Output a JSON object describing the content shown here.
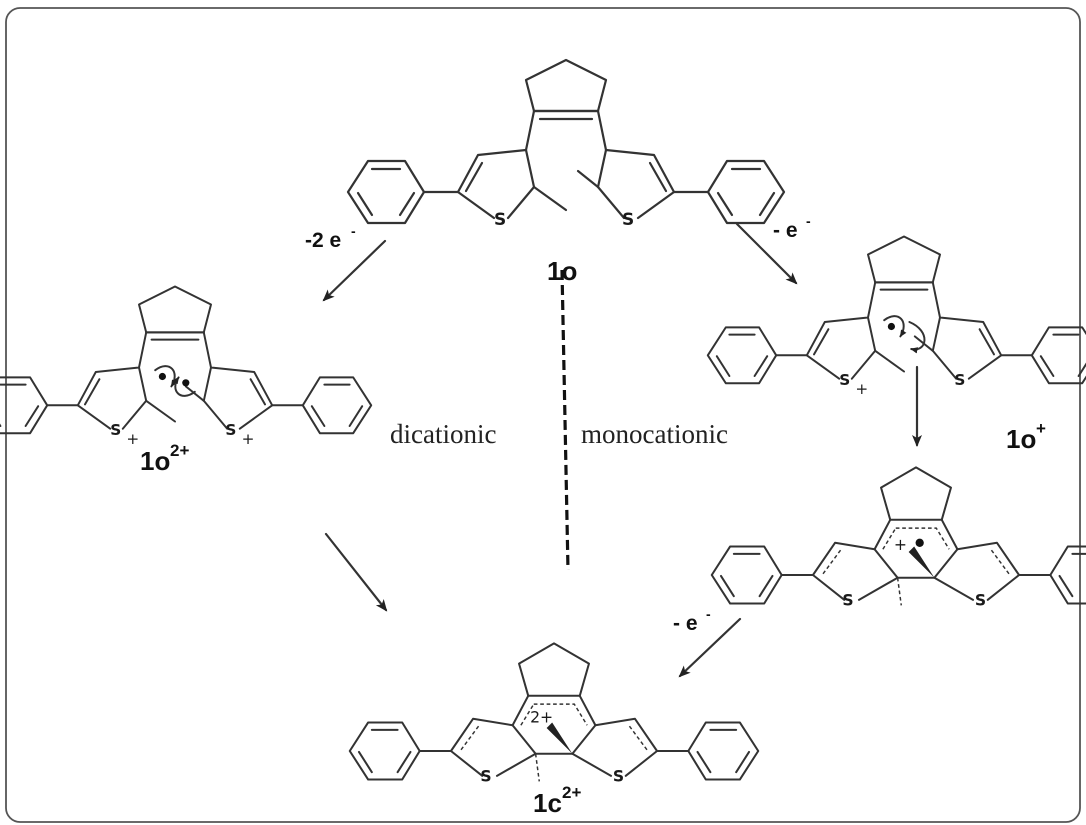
{
  "colors": {
    "ink": "#222222",
    "frame": "#555555",
    "background": "#ffffff"
  },
  "compounds": {
    "open": {
      "label": "1o",
      "charge": ""
    },
    "open_dication": {
      "label": "1o",
      "charge": "2+"
    },
    "open_cation": {
      "label": "1o",
      "charge": "+"
    },
    "closed_dication": {
      "label": "1c",
      "charge": "2+"
    }
  },
  "atoms": {
    "sulfur": "S",
    "plus": "+",
    "two_plus": "2+"
  },
  "arrows": {
    "two_electron": {
      "text": "-2 e",
      "sup": "-"
    },
    "one_electron_top": {
      "text": "- e",
      "sup": "-"
    },
    "one_electron_bottom": {
      "text": "- e",
      "sup": "-"
    }
  },
  "pathways": {
    "left": "dicationic",
    "right": "monocationic"
  }
}
